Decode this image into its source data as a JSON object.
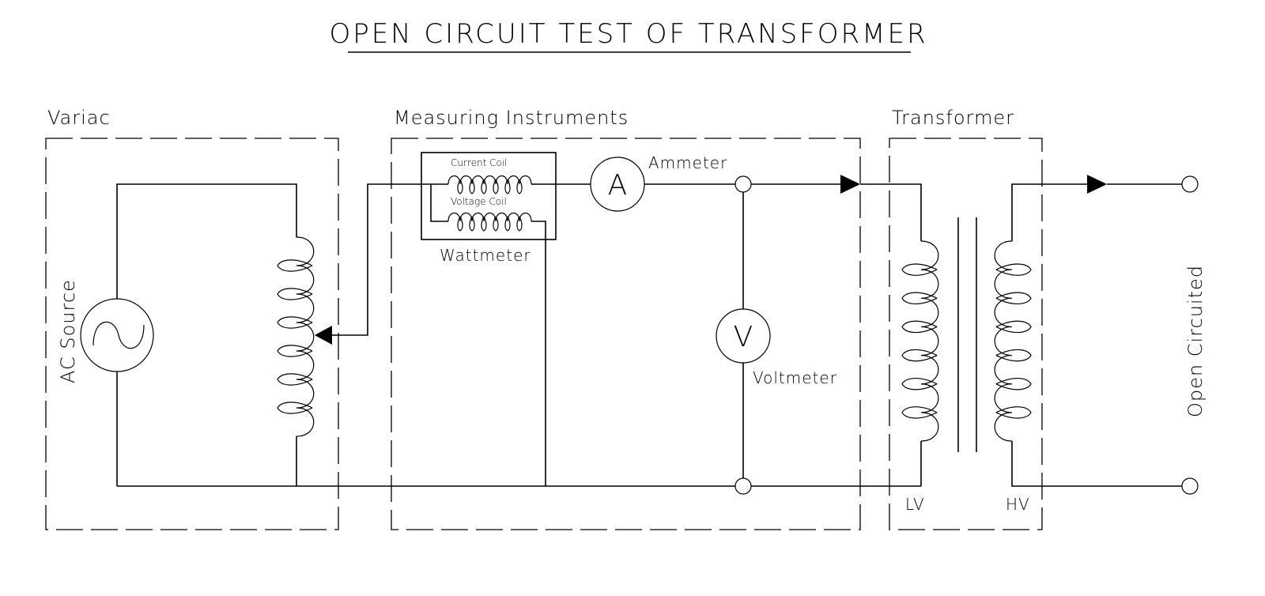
{
  "title": "OPEN CIRCUIT TEST OF TRANSFORMER",
  "sections": {
    "variac": "Variac",
    "measuring": "Measuring Instruments",
    "transformer": "Transformer"
  },
  "components": {
    "ac_source": "AC Source",
    "wattmeter": "Wattmeter",
    "current_coil": "Current Coil",
    "voltage_coil": "Voltage Coil",
    "ammeter": "Ammeter",
    "ammeter_symbol": "A",
    "voltmeter": "Voltmeter",
    "voltmeter_symbol": "V",
    "lv": "LV",
    "hv": "HV",
    "open_circuited": "Open Circuited"
  },
  "icons": {
    "ac_source": "sine-wave-in-circle",
    "arrow": "filled-triangle-arrow",
    "terminal": "open-circle-terminal",
    "junction": "open-circle-node"
  },
  "colors": {
    "line": "#000000",
    "background": "#ffffff"
  }
}
